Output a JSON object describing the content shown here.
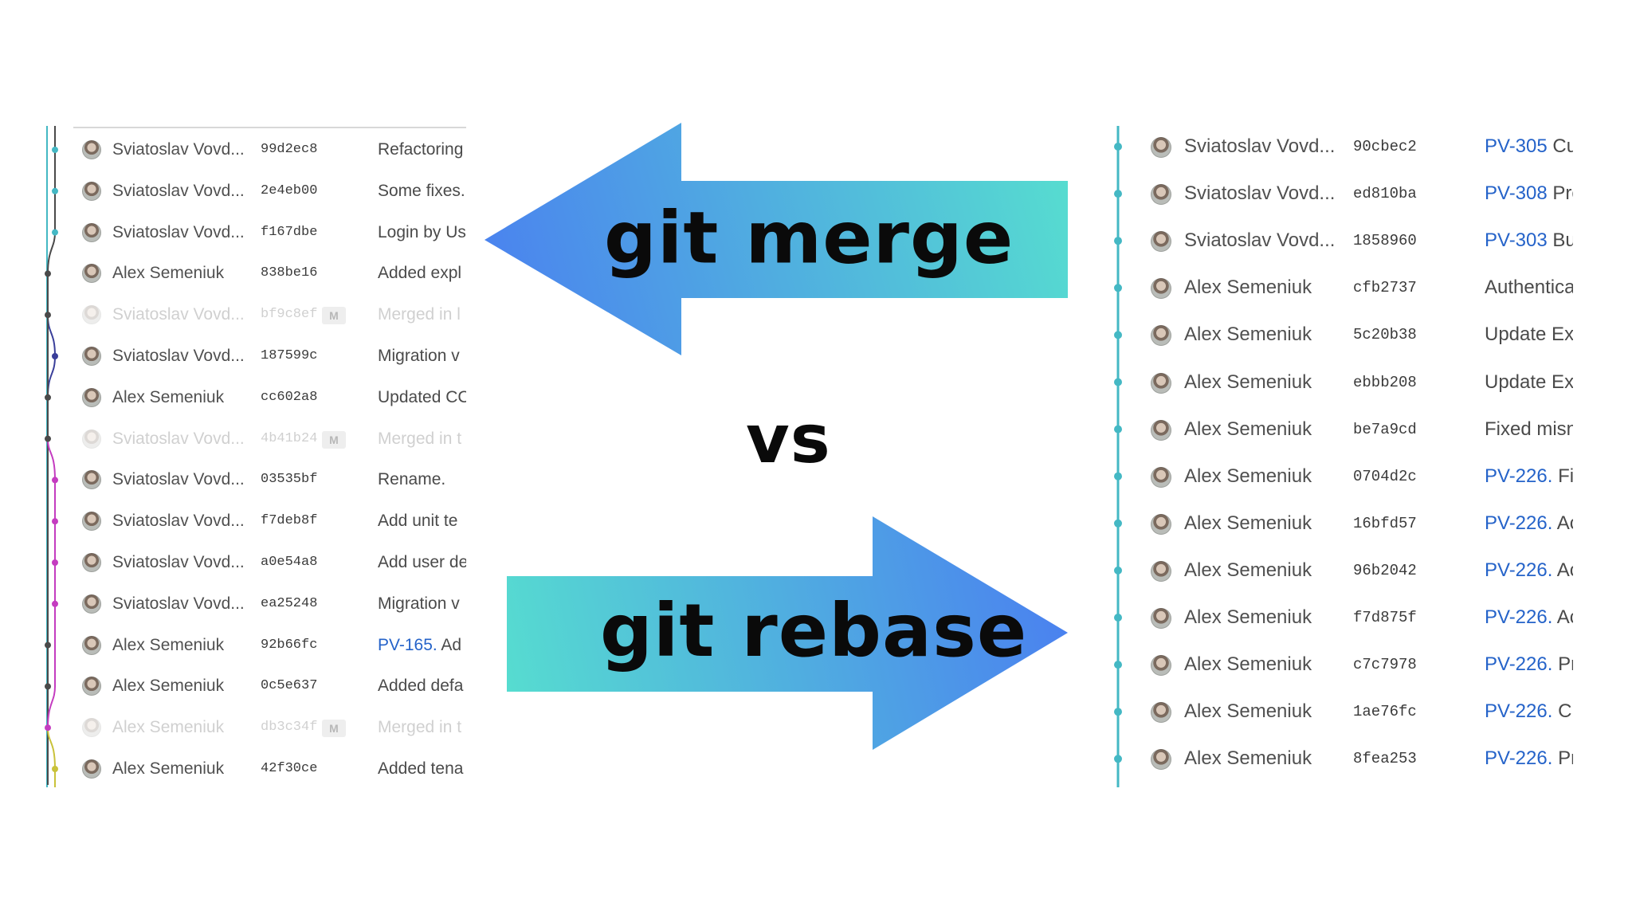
{
  "banner": {
    "left_arrow_label": "git merge",
    "right_arrow_label": "git rebase",
    "versus": "vs"
  },
  "colors": {
    "arrow_blue": "#4a7ff0",
    "arrow_teal": "#56dcd0",
    "issue_link": "#2563c9",
    "graph_teal": "#44b8c4",
    "graph_dark": "#4a4a4a",
    "graph_navy": "#3a3f9a",
    "graph_magenta": "#c43cc0",
    "graph_yellow": "#c9c23a"
  },
  "merge_history": {
    "rows": [
      {
        "author": "Sviatoslav Vovd...",
        "hash": "99d2ec8",
        "badge": "",
        "issue": "",
        "message": "Refactoring",
        "faded": false
      },
      {
        "author": "Sviatoslav Vovd...",
        "hash": "2e4eb00",
        "badge": "",
        "issue": "",
        "message": "Some fixes.",
        "faded": false
      },
      {
        "author": "Sviatoslav Vovd...",
        "hash": "f167dbe",
        "badge": "",
        "issue": "",
        "message": "Login by Us",
        "faded": false
      },
      {
        "author": "Alex Semeniuk",
        "hash": "838be16",
        "badge": "",
        "issue": "",
        "message": "Added expl",
        "faded": false
      },
      {
        "author": "Sviatoslav Vovd...",
        "hash": "bf9c8ef",
        "badge": "M",
        "issue": "",
        "message": "Merged in l",
        "faded": true
      },
      {
        "author": "Sviatoslav Vovd...",
        "hash": "187599c",
        "badge": "",
        "issue": "",
        "message": "Migration v",
        "faded": false
      },
      {
        "author": "Alex Semeniuk",
        "hash": "cc602a8",
        "badge": "",
        "issue": "",
        "message": "Updated CC",
        "faded": false
      },
      {
        "author": "Sviatoslav Vovd...",
        "hash": "4b41b24",
        "badge": "M",
        "issue": "",
        "message": "Merged in t",
        "faded": true
      },
      {
        "author": "Sviatoslav Vovd...",
        "hash": "03535bf",
        "badge": "",
        "issue": "",
        "message": "Rename.",
        "faded": false
      },
      {
        "author": "Sviatoslav Vovd...",
        "hash": "f7deb8f",
        "badge": "",
        "issue": "",
        "message": "Add unit te",
        "faded": false
      },
      {
        "author": "Sviatoslav Vovd...",
        "hash": "a0e54a8",
        "badge": "",
        "issue": "",
        "message": "Add user de",
        "faded": false
      },
      {
        "author": "Sviatoslav Vovd...",
        "hash": "ea25248",
        "badge": "",
        "issue": "",
        "message": "Migration v",
        "faded": false
      },
      {
        "author": "Alex Semeniuk",
        "hash": "92b66fc",
        "badge": "",
        "issue": "PV-165.",
        "message": " Ad",
        "faded": false
      },
      {
        "author": "Alex Semeniuk",
        "hash": "0c5e637",
        "badge": "",
        "issue": "",
        "message": "Added defa",
        "faded": false
      },
      {
        "author": "Alex Semeniuk",
        "hash": "db3c34f",
        "badge": "M",
        "issue": "",
        "message": "Merged in t",
        "faded": true
      },
      {
        "author": "Alex Semeniuk",
        "hash": "42f30ce",
        "badge": "",
        "issue": "",
        "message": "Added tena",
        "faded": false
      }
    ]
  },
  "rebase_history": {
    "rows": [
      {
        "author": "Sviatoslav Vovd...",
        "hash": "90cbec2",
        "issue": "PV-305",
        "message": " Cu"
      },
      {
        "author": "Sviatoslav Vovd...",
        "hash": "ed810ba",
        "issue": "PV-308",
        "message": " Pro"
      },
      {
        "author": "Sviatoslav Vovd...",
        "hash": "1858960",
        "issue": "PV-303",
        "message": " Bu"
      },
      {
        "author": "Alex Semeniuk",
        "hash": "cfb2737",
        "issue": "",
        "message": "Authentica"
      },
      {
        "author": "Alex Semeniuk",
        "hash": "5c20b38",
        "issue": "",
        "message": "Update Ext"
      },
      {
        "author": "Alex Semeniuk",
        "hash": "ebbb208",
        "issue": "",
        "message": "Update Ext"
      },
      {
        "author": "Alex Semeniuk",
        "hash": "be7a9cd",
        "issue": "",
        "message": "Fixed misn"
      },
      {
        "author": "Alex Semeniuk",
        "hash": "0704d2c",
        "issue": "PV-226.",
        "message": " Fix"
      },
      {
        "author": "Alex Semeniuk",
        "hash": "16bfd57",
        "issue": "PV-226.",
        "message": " Ac"
      },
      {
        "author": "Alex Semeniuk",
        "hash": "96b2042",
        "issue": "PV-226.",
        "message": " Ac"
      },
      {
        "author": "Alex Semeniuk",
        "hash": "f7d875f",
        "issue": "PV-226.",
        "message": " Ac"
      },
      {
        "author": "Alex Semeniuk",
        "hash": "c7c7978",
        "issue": "PV-226.",
        "message": " Pr"
      },
      {
        "author": "Alex Semeniuk",
        "hash": "1ae76fc",
        "issue": "PV-226.",
        "message": " Cl"
      },
      {
        "author": "Alex Semeniuk",
        "hash": "8fea253",
        "issue": "PV-226.",
        "message": " Pr"
      }
    ]
  }
}
